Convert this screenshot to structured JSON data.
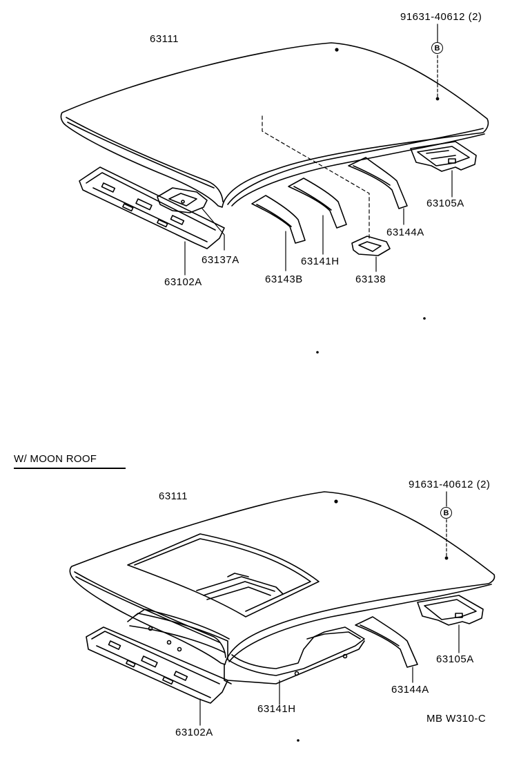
{
  "diagram_top": {
    "parts": {
      "roof_panel": "63111",
      "bolt_part": "91631-40612 (2)",
      "bolt_marker": "B",
      "rear_panel": "63105A",
      "rear_bow": "63144A",
      "front_header": "63102A",
      "bracket_front": "63137A",
      "bow_front": "63143B",
      "bow_middle": "63141H",
      "bracket_center": "63138"
    }
  },
  "section_title": "W/ MOON ROOF",
  "diagram_bottom": {
    "parts": {
      "roof_panel": "63111",
      "bolt_part": "91631-40612 (2)",
      "bolt_marker": "B",
      "rear_panel": "63105A",
      "rear_bow": "63144A",
      "front_header": "63102A",
      "sunroof_frame": "63141H"
    }
  },
  "figure_code": "MB W310-C"
}
